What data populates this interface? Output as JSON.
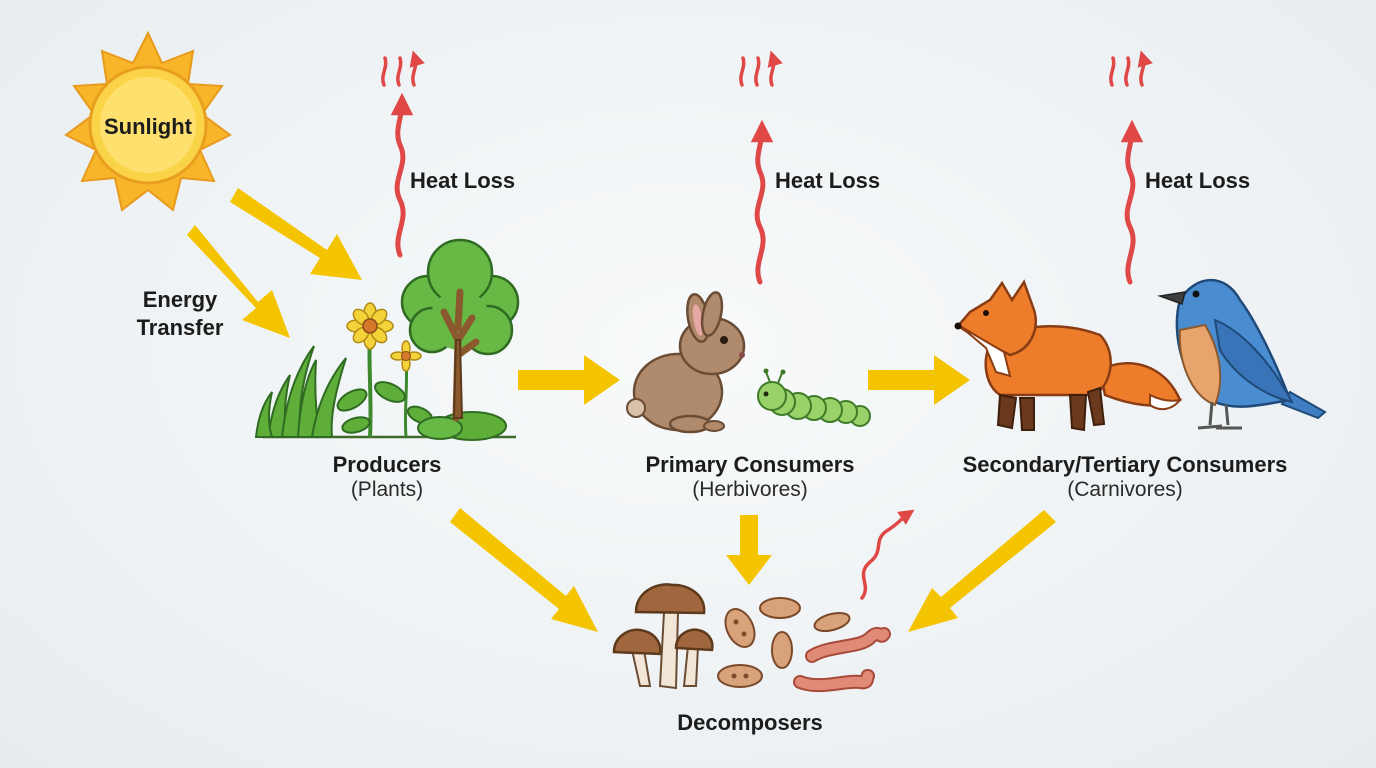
{
  "sun": {
    "label": "Sunlight"
  },
  "energy_transfer": {
    "line1": "Energy",
    "line2": "Transfer"
  },
  "heat_loss": [
    "Heat Loss",
    "Heat Loss",
    "Heat Loss"
  ],
  "producers": {
    "title": "Producers",
    "subtitle": "(Plants)"
  },
  "primary": {
    "title": "Primary Consumers",
    "subtitle": "(Herbivores)"
  },
  "secondary": {
    "title": "Secondary/Tertiary Consumers",
    "subtitle": "(Carnivores)"
  },
  "decomposers": {
    "title": "Decomposers"
  },
  "colors": {
    "energy_arrow": "#f5c400",
    "heat_arrow": "#e04848",
    "sun": "#f7c21a",
    "background": "#eef2f4"
  }
}
